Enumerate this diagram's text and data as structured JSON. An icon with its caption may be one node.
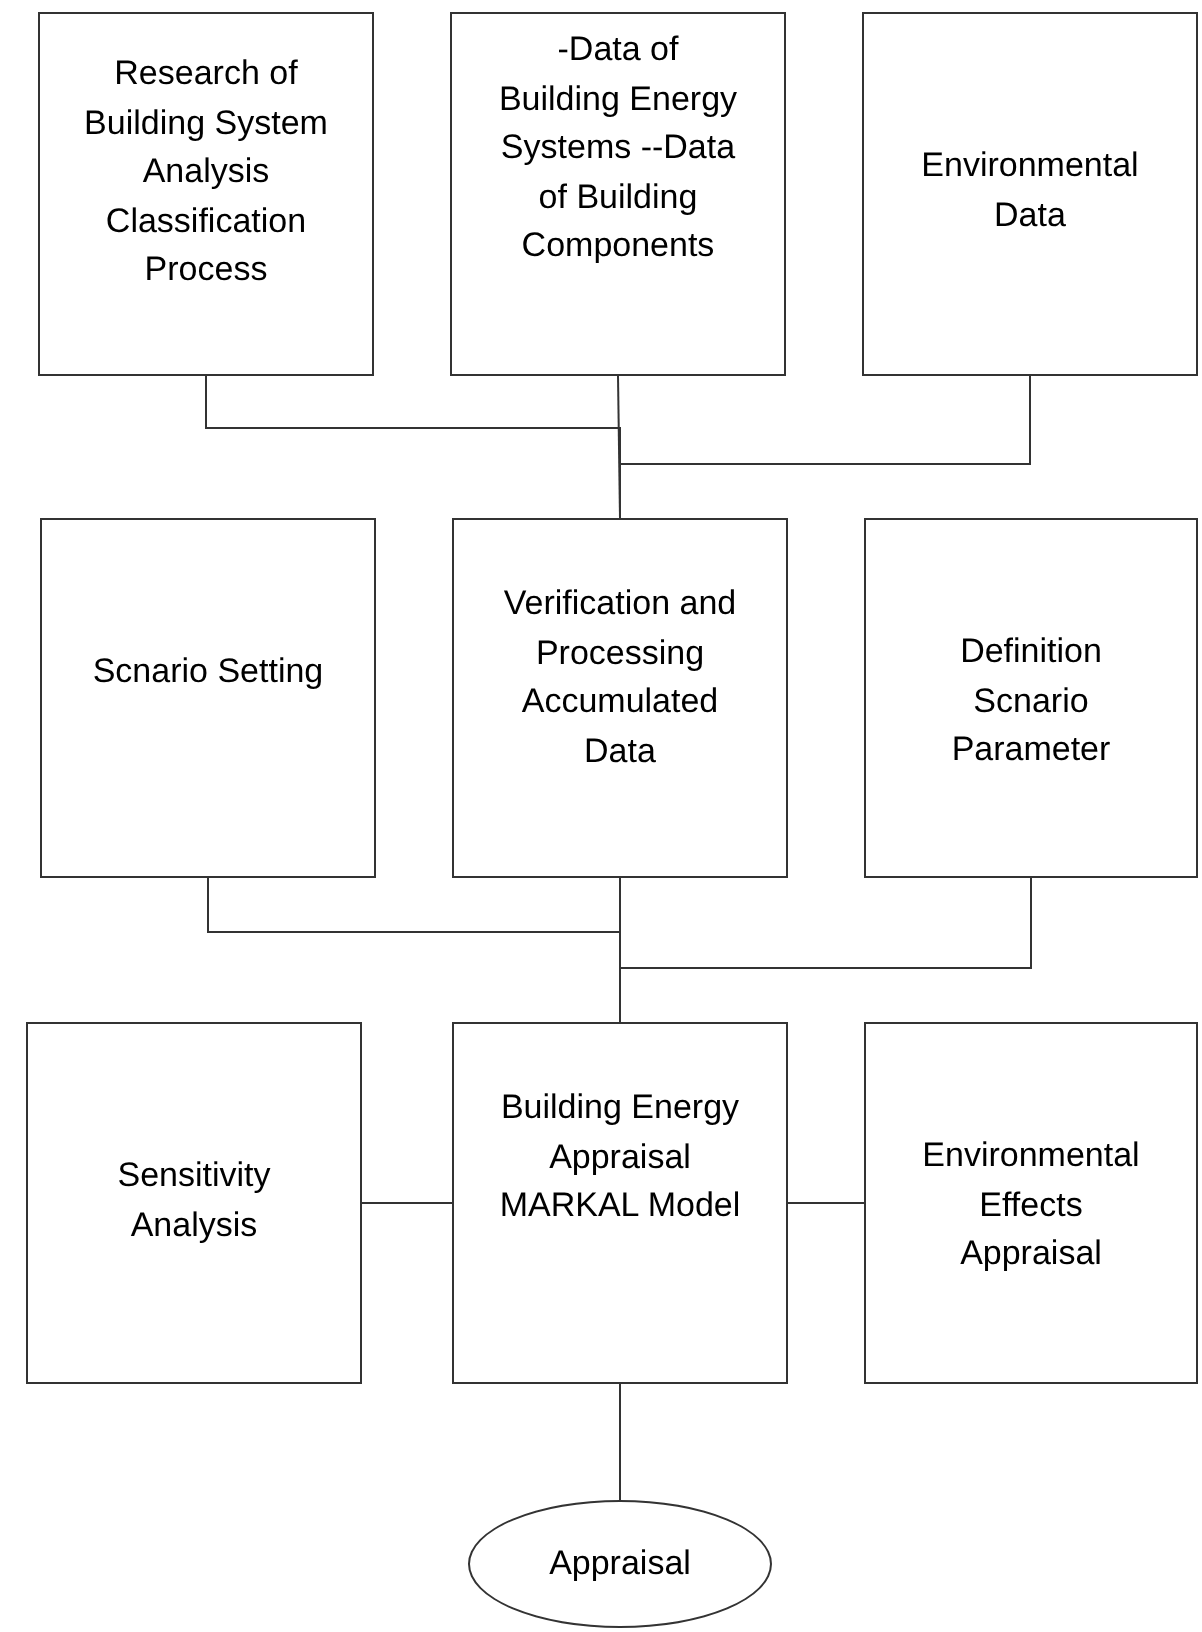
{
  "diagram": {
    "nodes": [
      {
        "text": [
          "Research of Building System Analysis Classification Process"
        ]
      },
      {
        "text": [
          "-Data of Building Energy Systems --Data of Building Components"
        ]
      },
      {
        "text": [
          "Environmental Data"
        ]
      },
      {
        "text": [
          "Scnario Setting"
        ]
      },
      {
        "text": [
          "Verification and Processing Accumulated Data"
        ]
      },
      {
        "text": [
          "Definition Scnario Parameter"
        ]
      },
      {
        "text": [
          "Sensitivity Analysis"
        ]
      },
      {
        "text": [
          "Building Energy Appraisal MARKAL Model"
        ]
      },
      {
        "text": [
          "Environmental Effects Appraisal"
        ]
      },
      {
        "text": [
          "Appraisal"
        ]
      }
    ],
    "edges": [
      {
        "from": 0,
        "to": 4,
        "arrow": "none"
      },
      {
        "from": 1,
        "to": 4,
        "arrow": "none"
      },
      {
        "from": 2,
        "to": 4,
        "arrow": "none"
      },
      {
        "from": 3,
        "to": 7,
        "arrow": "none"
      },
      {
        "from": 4,
        "to": 7,
        "arrow": "none"
      },
      {
        "from": 5,
        "to": 7,
        "arrow": "none"
      },
      {
        "from": 6,
        "to": 7,
        "arrow": "none"
      },
      {
        "from": 7,
        "to": 8,
        "arrow": "none"
      },
      {
        "from": 7,
        "to": 9,
        "arrow": "none"
      }
    ]
  }
}
